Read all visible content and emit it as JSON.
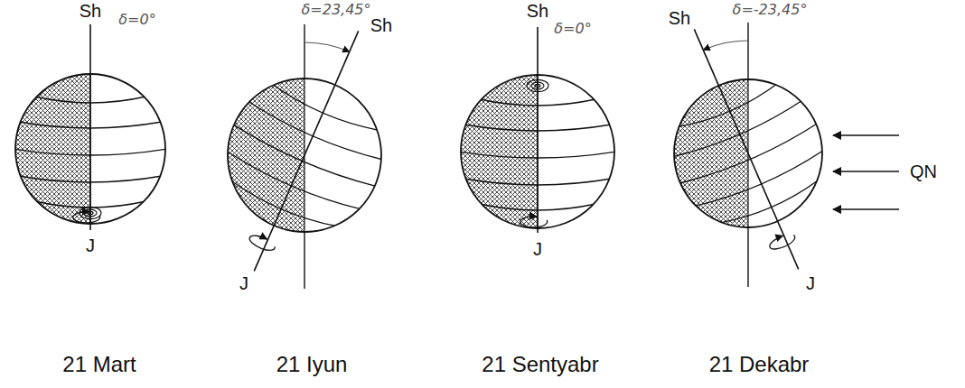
{
  "diagram": {
    "labels": [
      "Sh",
      "δ=0°",
      "J",
      "21 Mart",
      "Sh",
      "δ=23,45°",
      "J",
      "21 Iyun",
      "Sh",
      "δ=0°",
      "J",
      "21 Sentyabr",
      "Sh",
      "δ=-23,45°",
      "J",
      "21 Dekabr",
      "QN"
    ]
  }
}
